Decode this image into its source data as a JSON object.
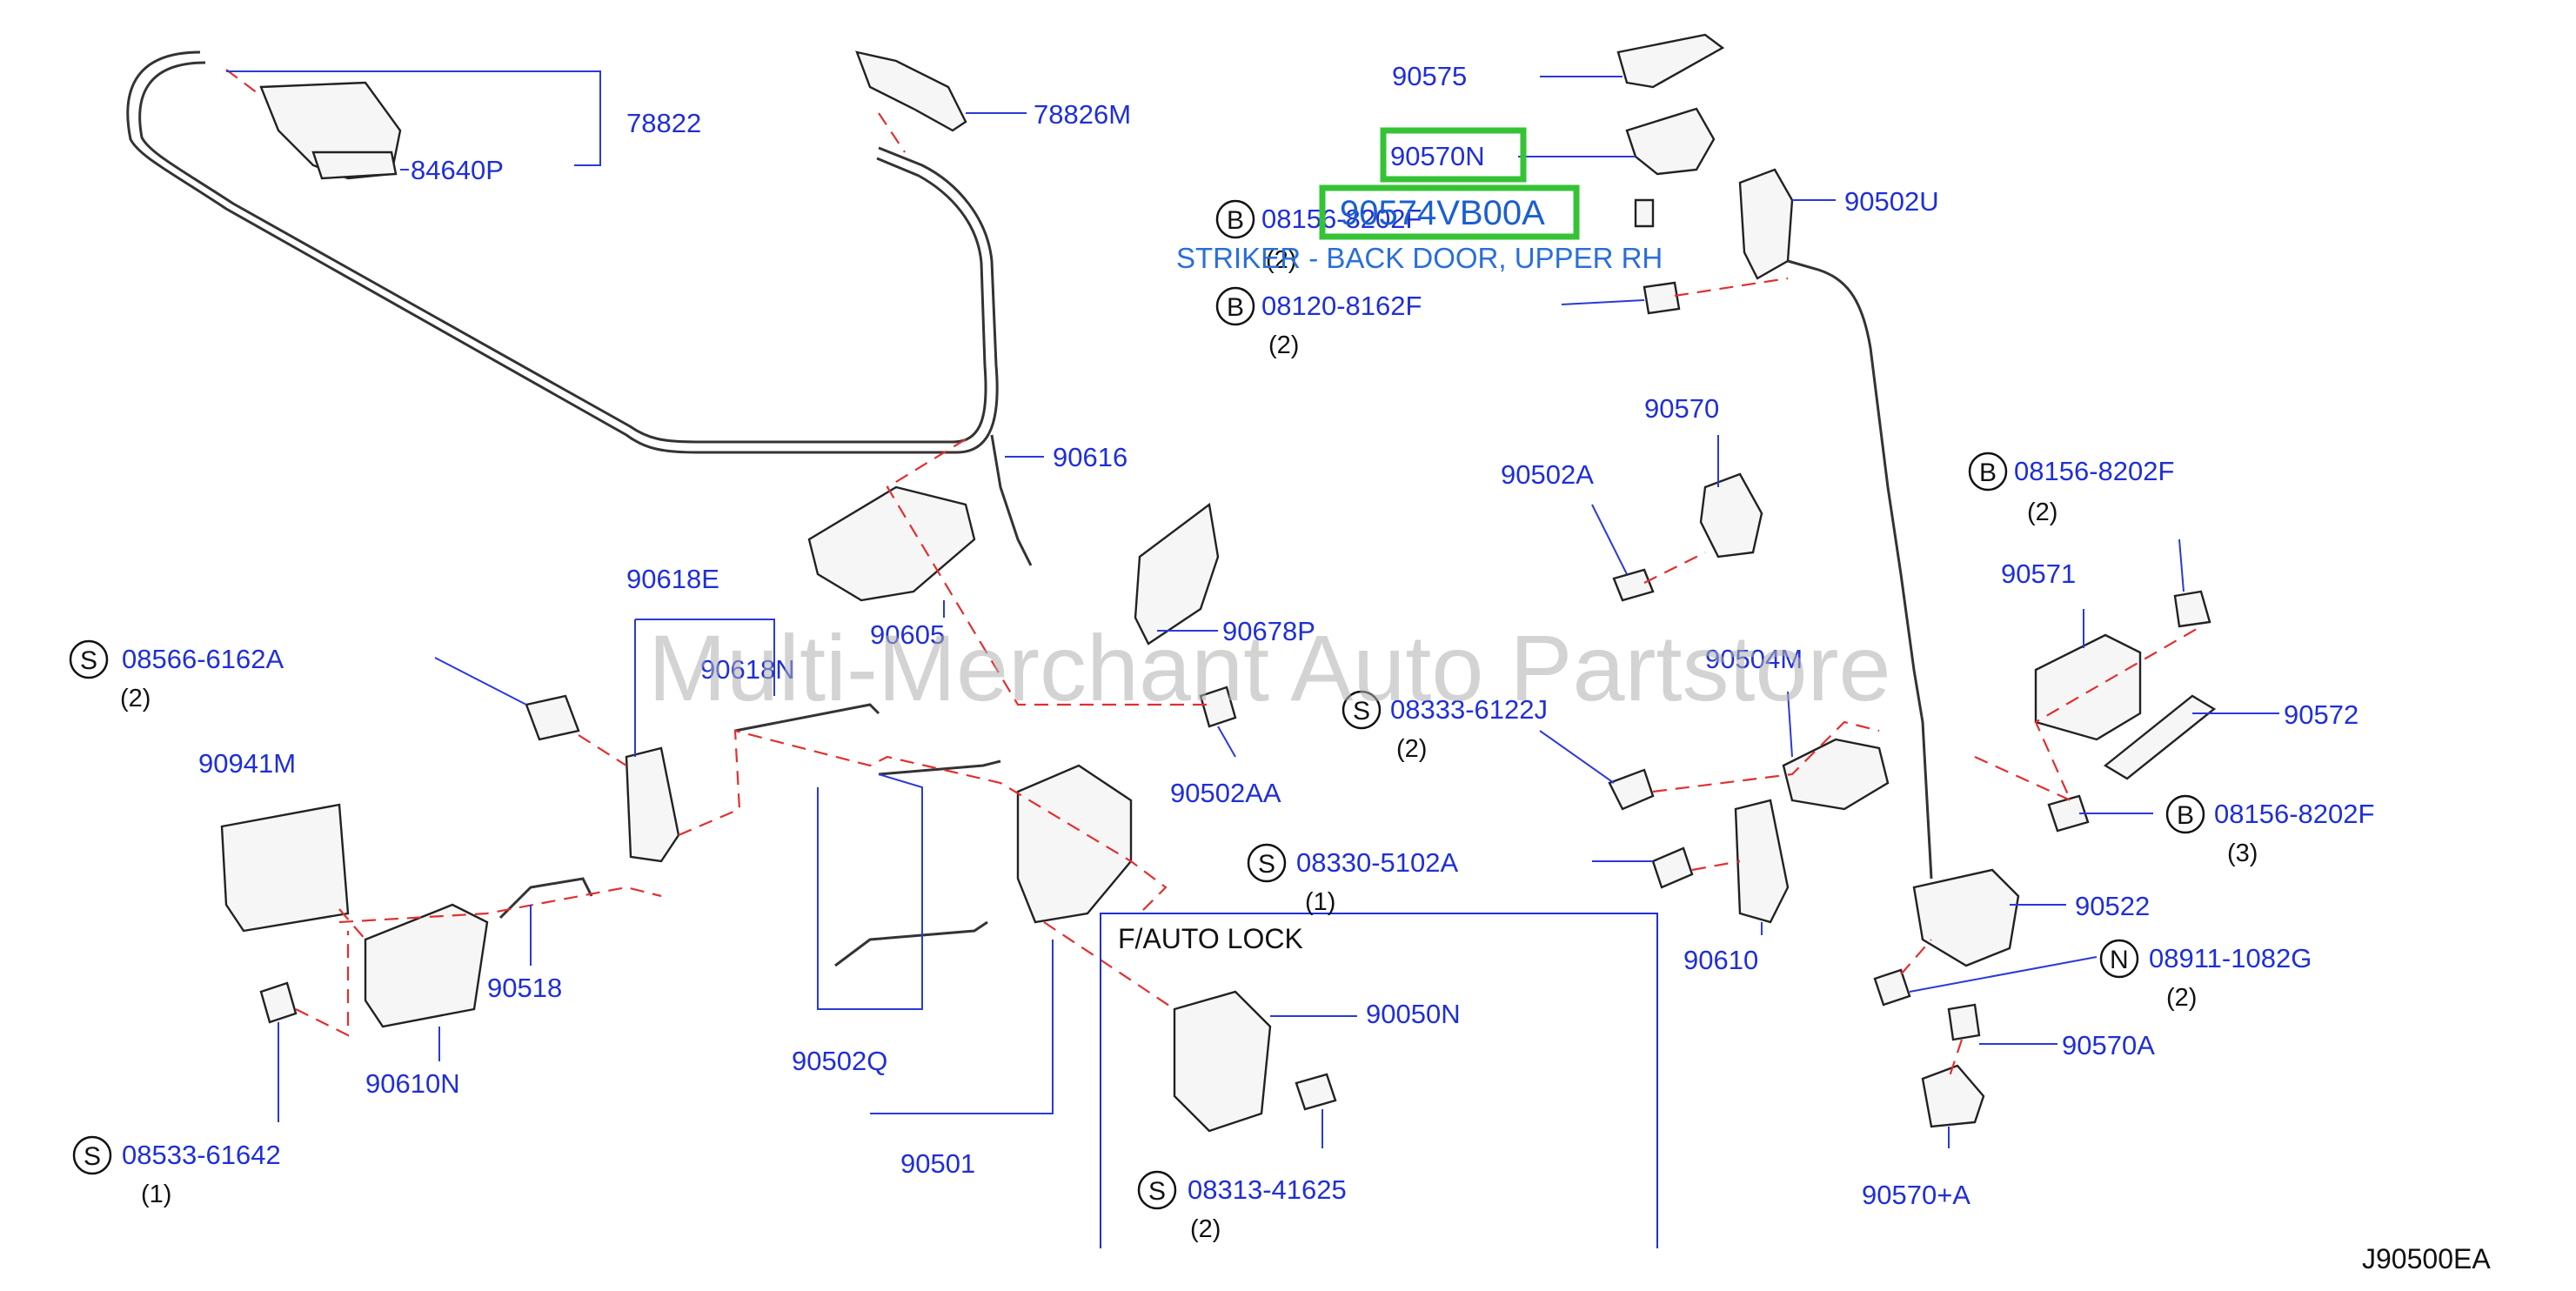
{
  "labels": {
    "l78822": "78822",
    "l84640P": "84640P",
    "l78826M": "78826M",
    "l90575": "90575",
    "l90570N": "90570N",
    "l90574VB00A": "90574VB00A",
    "l90502U": "90502U",
    "l08156_8202F_a": "08156-8202F",
    "l08120_8162F": "08120-8162F",
    "l90616": "90616",
    "l90570": "90570",
    "l90502A": "90502A",
    "l08156_8202F_b": "08156-8202F",
    "l90618E": "90618E",
    "l90605": "90605",
    "l90571": "90571",
    "l90678P": "90678P",
    "l08566_6162A": "08566-6162A",
    "l90618N": "90618N",
    "l90504M": "90504M",
    "l08333_6122J": "08333-6122J",
    "l90572": "90572",
    "l90941M": "90941M",
    "l90502AA": "90502AA",
    "l08156_8202F_c": "08156-8202F",
    "l08330_5102A": "08330-5102A",
    "l90522": "90522",
    "l90518": "90518",
    "l90610": "90610",
    "l08911_1082G": "08911-1082G",
    "l90050N": "90050N",
    "l90610N": "90610N",
    "l90502Q": "90502Q",
    "l90570A": "90570A",
    "l08533_61642": "08533-61642",
    "l90501": "90501",
    "l08313_41625": "08313-41625",
    "l90570plusA": "90570+A",
    "code": "J90500EA"
  },
  "quantities": {
    "q08156_a": "(2)",
    "q08120": "(2)",
    "q08156_b": "(2)",
    "q08566": "(2)",
    "q08333": "(2)",
    "q08156_c": "(3)",
    "q08330": "(1)",
    "q08911": "(2)",
    "q08533": "(1)",
    "q08313": "(2)"
  },
  "badges": {
    "b1": "B",
    "b2": "B",
    "b3": "B",
    "b4": "B",
    "s1": "S",
    "s2": "S",
    "s3": "S",
    "s4": "S",
    "s5": "S",
    "n1": "N"
  },
  "inset_title": "F/AUTO   LOCK",
  "tooltip": "STRIKER - BACK DOOR, UPPER RH",
  "watermark": "Multi-Merchant Auto Partstore",
  "colors": {
    "label": "#1f2fd6",
    "highlight": "#35c335",
    "leader_dashed": "#e03030",
    "tooltip": "#2a6fd8"
  }
}
